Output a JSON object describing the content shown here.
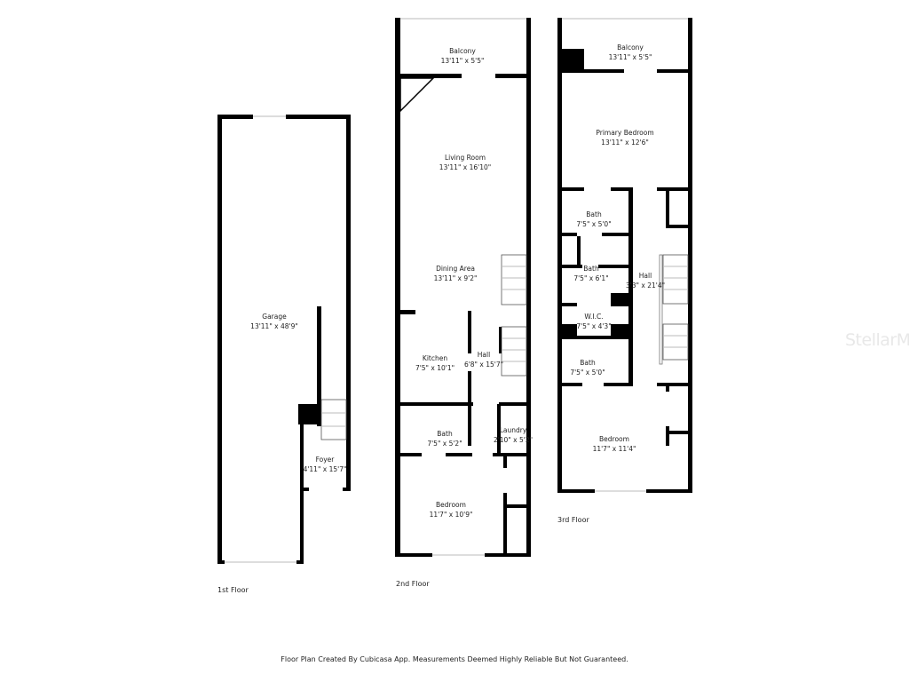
{
  "floors": [
    {
      "label": "1st Floor",
      "rooms": [
        {
          "name": "Garage",
          "size": "13'11\" x 48'9\""
        },
        {
          "name": "Foyer",
          "size": "4'11\" x 15'7\""
        }
      ]
    },
    {
      "label": "2nd Floor",
      "rooms": [
        {
          "name": "Balcony",
          "size": "13'11\" x 5'5\""
        },
        {
          "name": "Living Room",
          "size": "13'11\" x 16'10\""
        },
        {
          "name": "Dining Area",
          "size": "13'11\" x 9'2\""
        },
        {
          "name": "Kitchen",
          "size": "7'5\" x 10'1\""
        },
        {
          "name": "Hall",
          "size": "6'8\" x 15'7\""
        },
        {
          "name": "Bath",
          "size": "7'5\" x 5'2\""
        },
        {
          "name": "Laundry",
          "size": "2'10\" x 5'2\""
        },
        {
          "name": "Bedroom",
          "size": "11'7\" x 10'9\""
        }
      ]
    },
    {
      "label": "3rd Floor",
      "rooms": [
        {
          "name": "Balcony",
          "size": "13'11\" x 5'5\""
        },
        {
          "name": "Primary Bedroom",
          "size": "13'11\" x 12'6\""
        },
        {
          "name": "Bath",
          "size": "7'5\" x 5'0\""
        },
        {
          "name": "Bath",
          "size": "7'5\" x 6'1\""
        },
        {
          "name": "Hall",
          "size": "3'3\" x 21'4\""
        },
        {
          "name": "W.I.C.",
          "size": "7'5\" x 4'3\""
        },
        {
          "name": "Bath",
          "size": "7'5\" x 5'0\""
        },
        {
          "name": "Bedroom",
          "size": "11'7\" x 11'4\""
        }
      ]
    }
  ],
  "footer": "Floor Plan Created By Cubicasa App. Measurements Deemed Highly Reliable But Not Guaranteed.",
  "watermark": "StellarMLS"
}
